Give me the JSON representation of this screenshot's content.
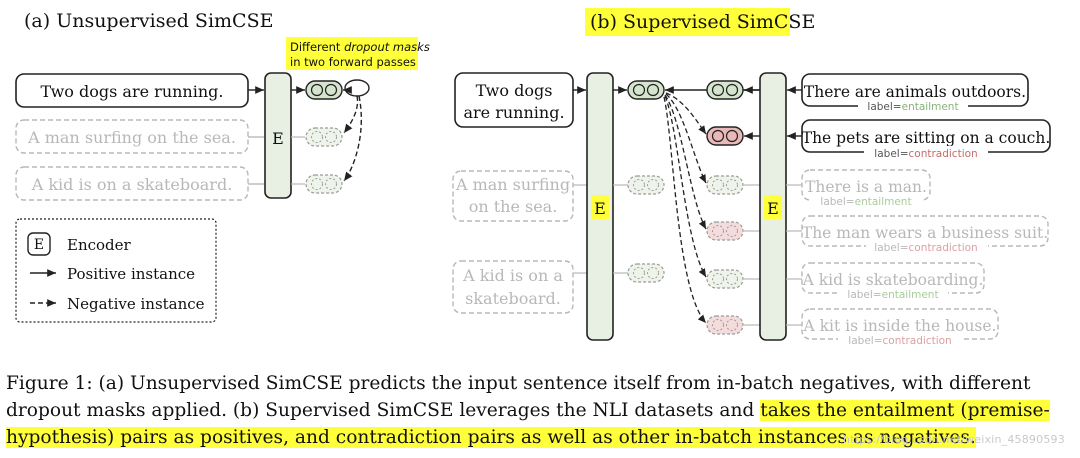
{
  "colors": {
    "black_box": "#222222",
    "faded": "#b8b8b8",
    "encoder_fill": "#e8f0e4",
    "pos_pill": "#d5e4cc",
    "neg_pill": "#e9b8b8",
    "highlight": "#ffff3a",
    "entail_label": "#8ab17a",
    "contra_label": "#c86a6a"
  },
  "panel_a": {
    "title": "(a) Unsupervised SimCSE",
    "note": [
      "Different ",
      "dropout masks",
      "in two forward passes"
    ],
    "sentences": [
      "Two dogs are running.",
      "A man surfing on the sea.",
      "A kid is on a skateboard."
    ],
    "encoder": "E",
    "legend": {
      "encoder_symbol": "E",
      "encoder_label": "Encoder",
      "positive_label": "Positive instance",
      "negative_label": "Negative instance"
    }
  },
  "panel_b": {
    "title": "(b) Supervised SimCSE",
    "encoder": "E",
    "inputs": [
      [
        "Two dogs",
        "are running."
      ],
      [
        "A man surfing",
        "on the sea."
      ],
      [
        "A kid is on a",
        "skateboard."
      ]
    ],
    "hypotheses": [
      {
        "text": "There are animals outdoors.",
        "label_word": "entailment"
      },
      {
        "text": "The pets are sitting on a couch.",
        "label_word": "contradiction"
      },
      {
        "text": "There is a man.",
        "label_word": "entailment"
      },
      {
        "text": "The man wears a business suit.",
        "label_word": "contradiction"
      },
      {
        "text": "A kid is skateboarding.",
        "label_word": "entailment"
      },
      {
        "text": "A kit is inside the house.",
        "label_word": "contradiction"
      }
    ],
    "label_prefix": "label="
  },
  "caption": {
    "line1": "Figure 1: (a) Unsupervised SimCSE predicts the input sentence itself from in-batch negatives, with different",
    "line2_plain": "dropout masks applied. (b) Supervised SimCSE leverages the NLI datasets and ",
    "line2_highlight": "takes the entailment (premise-",
    "line3_highlight": "hypothesis) pairs as positives, and contradiction pairs as well as other in-batch instances as negatives."
  },
  "watermark": "https://blog.csdn.net/weixin_45890593"
}
